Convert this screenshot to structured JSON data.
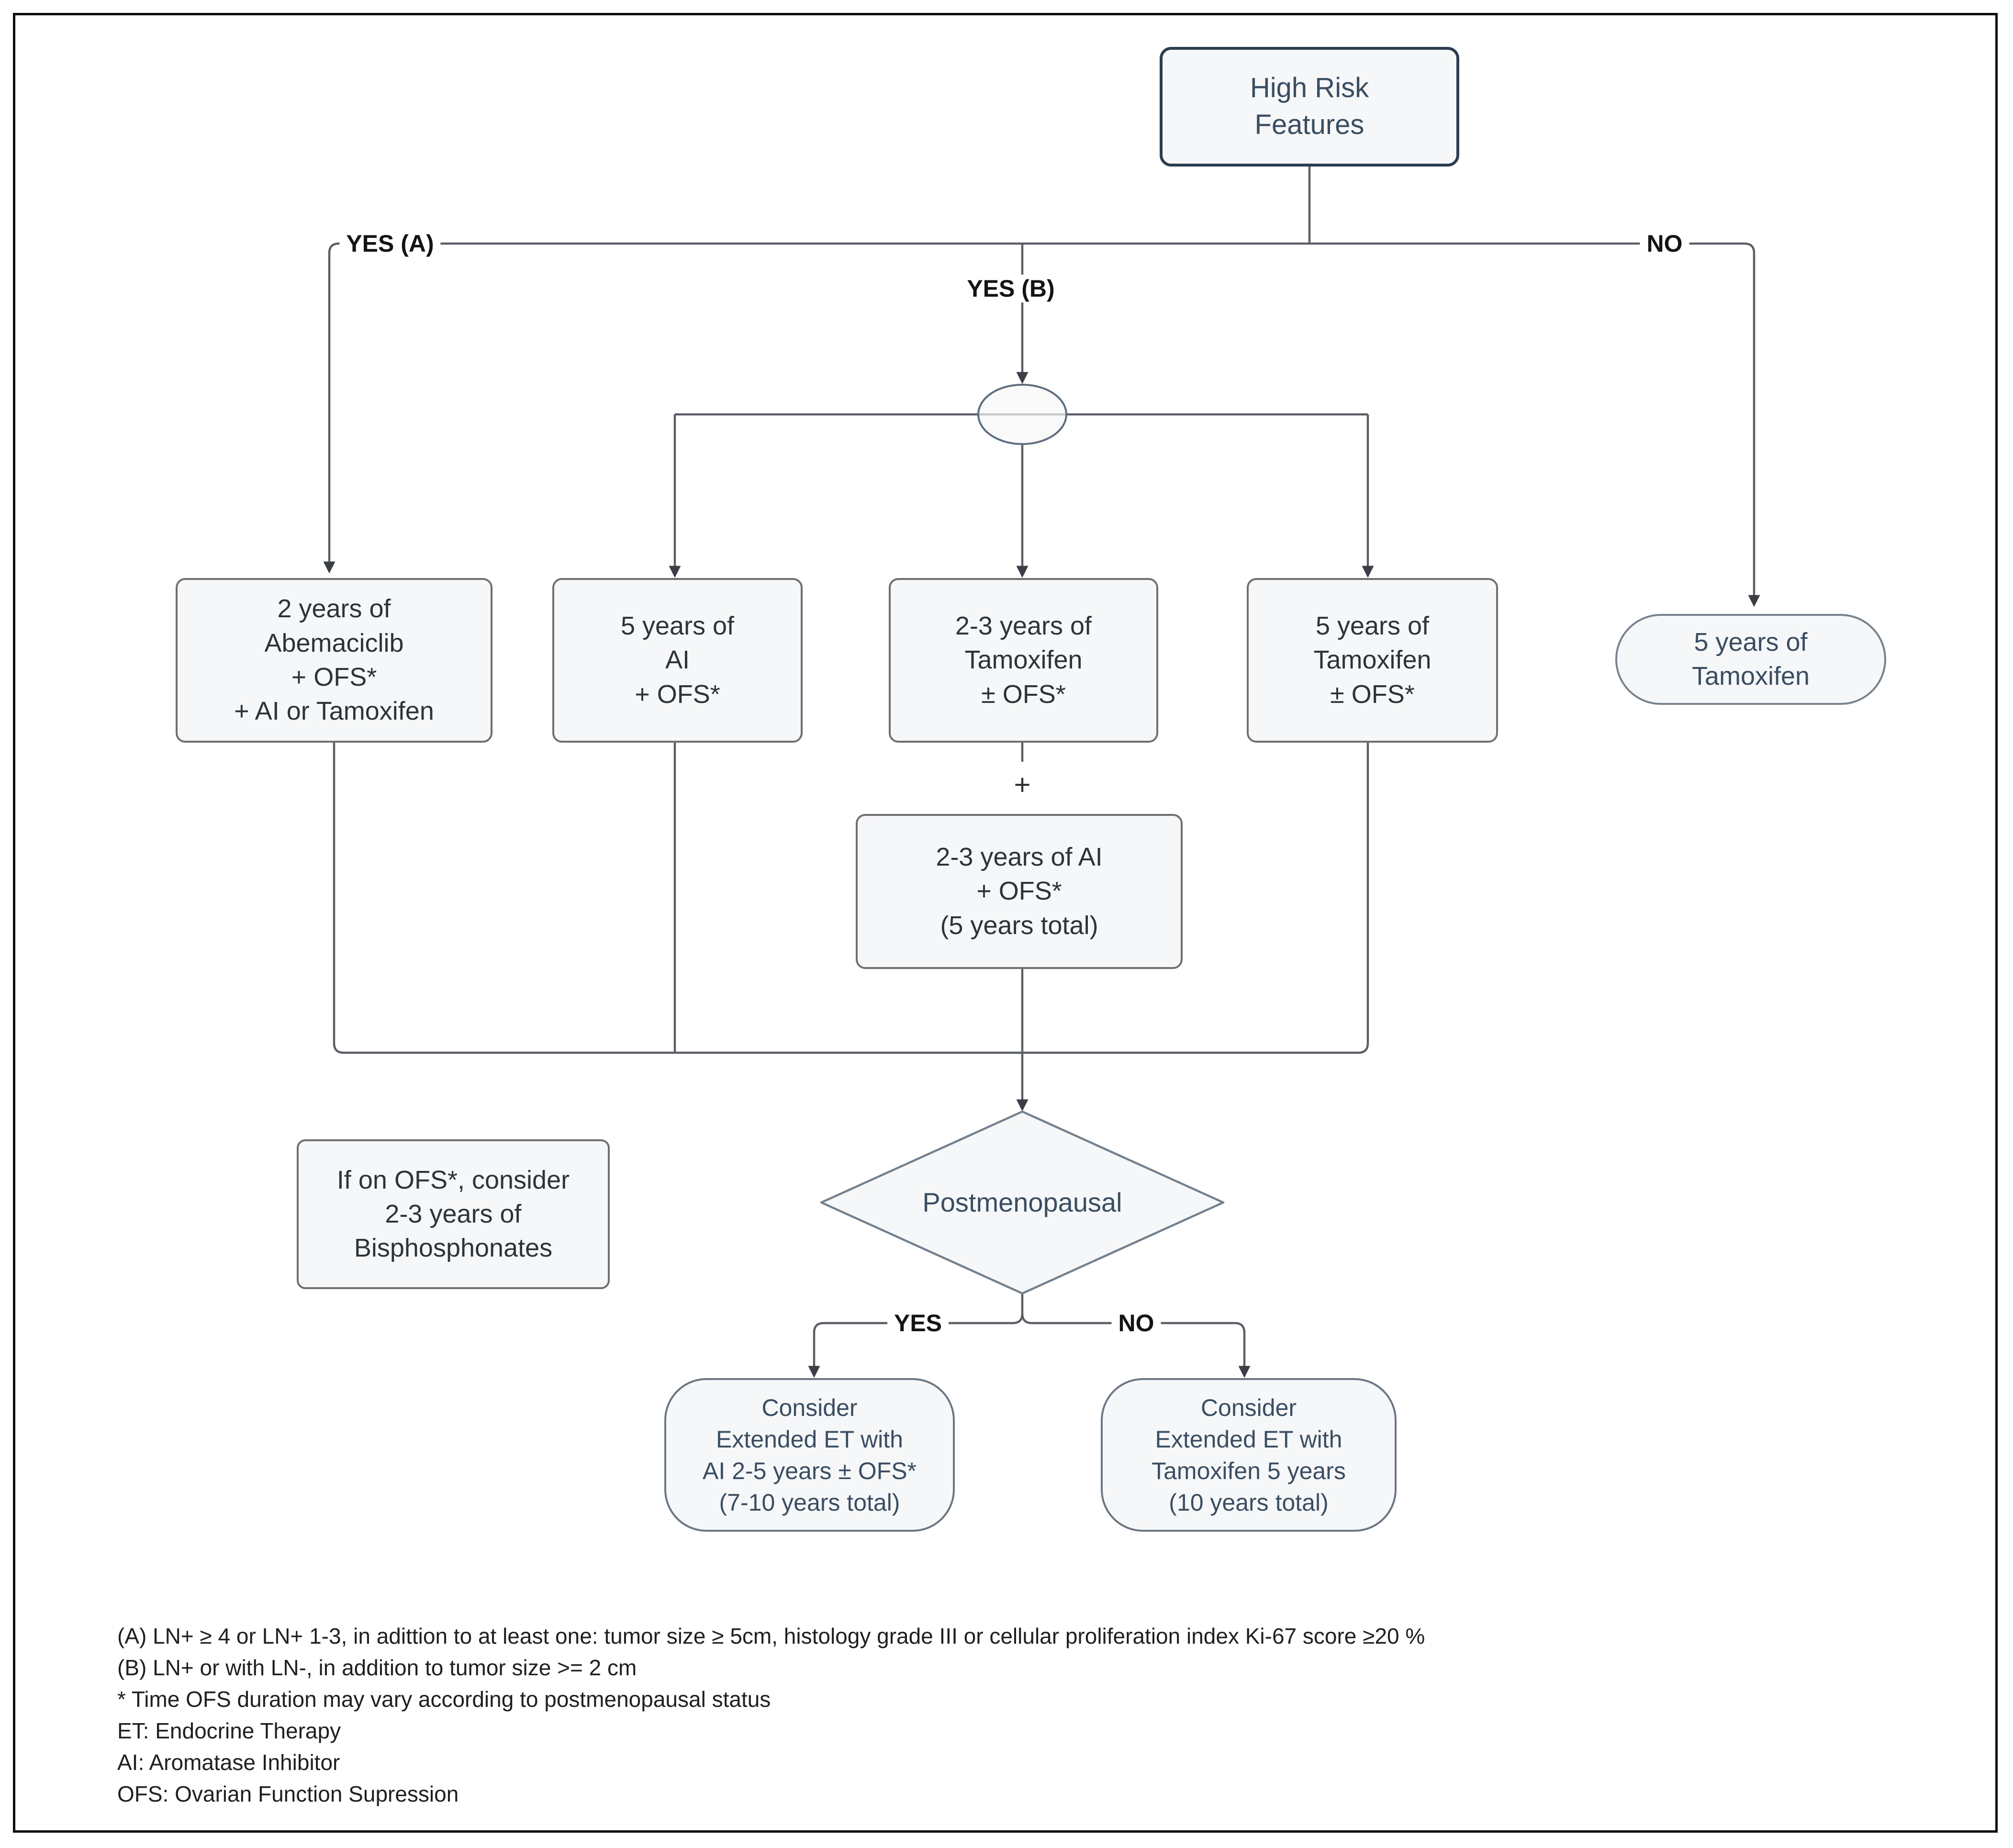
{
  "diagram": {
    "title_node": "High Risk Features",
    "nodes": {
      "high_risk": {
        "lines": [
          "High Risk",
          "Features"
        ]
      },
      "abemaciclib": {
        "lines": [
          "2 years of",
          "Abemaciclib",
          "+ OFS*",
          "+ AI or Tamoxifen"
        ]
      },
      "ai5": {
        "lines": [
          "5 years of",
          "AI",
          "+ OFS*"
        ]
      },
      "tam23": {
        "lines": [
          "2-3 years of",
          "Tamoxifen",
          "± OFS*"
        ]
      },
      "tam5": {
        "lines": [
          "5 years of",
          "Tamoxifen",
          "± OFS*"
        ]
      },
      "tam5_only": {
        "lines": [
          "5 years of",
          "Tamoxifen"
        ]
      },
      "ai23": {
        "lines": [
          "2-3 years of AI",
          "+ OFS*",
          "(5 years total)"
        ]
      },
      "bisphosphonates": {
        "lines": [
          "If on OFS*, consider",
          "2-3 years of",
          "Bisphosphonates"
        ]
      },
      "postmenopausal": {
        "label": "Postmenopausal"
      },
      "extended_ai": {
        "lines": [
          "Consider",
          "Extended ET with",
          "AI 2-5 years ± OFS*",
          "(7-10 years total)"
        ]
      },
      "extended_tam": {
        "lines": [
          "Consider",
          "Extended ET with",
          "Tamoxifen 5 years",
          "(10 years total)"
        ]
      }
    },
    "edge_labels": {
      "yes_a": "YES (A)",
      "yes_b": "YES (B)",
      "no_top": "NO",
      "yes_bottom": "YES",
      "no_bottom": "NO",
      "plus": "+"
    },
    "footnotes": [
      "(A) LN+ ≥ 4 or LN+ 1-3, in adittion to at least one: tumor size ≥ 5cm, histology grade III or cellular proliferation index Ki-67 score ≥20 %",
      "(B) LN+ or with LN-, in addition to tumor size >= 2 cm",
      "* Time OFS duration may vary according to postmenopausal status",
      "ET: Endocrine Therapy",
      "AI: Aromatase Inhibitor",
      "OFS: Ovarian Function Supression"
    ],
    "colors": {
      "background": "#ffffff",
      "frame_border": "#0d0d0d",
      "node_fill": "#f6f7f8",
      "node_border_gray": "#6f6f6f",
      "node_border_navy": "#2c3e50",
      "diamond_border": "#72818f",
      "connector_line": "#5a5f66",
      "arrowhead": "#3b3f45",
      "text_dark": "#2f3338",
      "text_slate": "#3a4d62",
      "edge_label_text": "#141414"
    }
  }
}
